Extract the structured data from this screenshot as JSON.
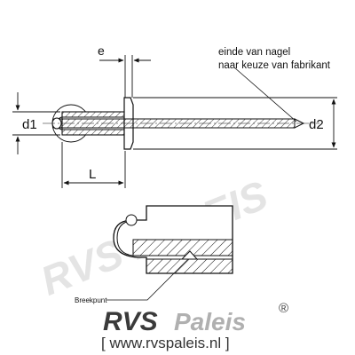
{
  "labels": {
    "e": "e",
    "d1": "d1",
    "d2": "d2",
    "L": "L",
    "note_line1": "einde van nagel",
    "note_line2": "naar keuze van fabrikant",
    "breakpoint": "Breekpunt"
  },
  "logo": {
    "name_rvs": "RVS",
    "name_paleis": "Paleis",
    "registered": "®",
    "url": "[ www.rvspaleis.nl ]",
    "watermark": "RVS PALEIS"
  },
  "colors": {
    "line": "#111111",
    "logo_dark": "#3a3a3a",
    "logo_light": "#b8b8b8",
    "url": "#333333",
    "watermark": "#e2e2e2"
  }
}
